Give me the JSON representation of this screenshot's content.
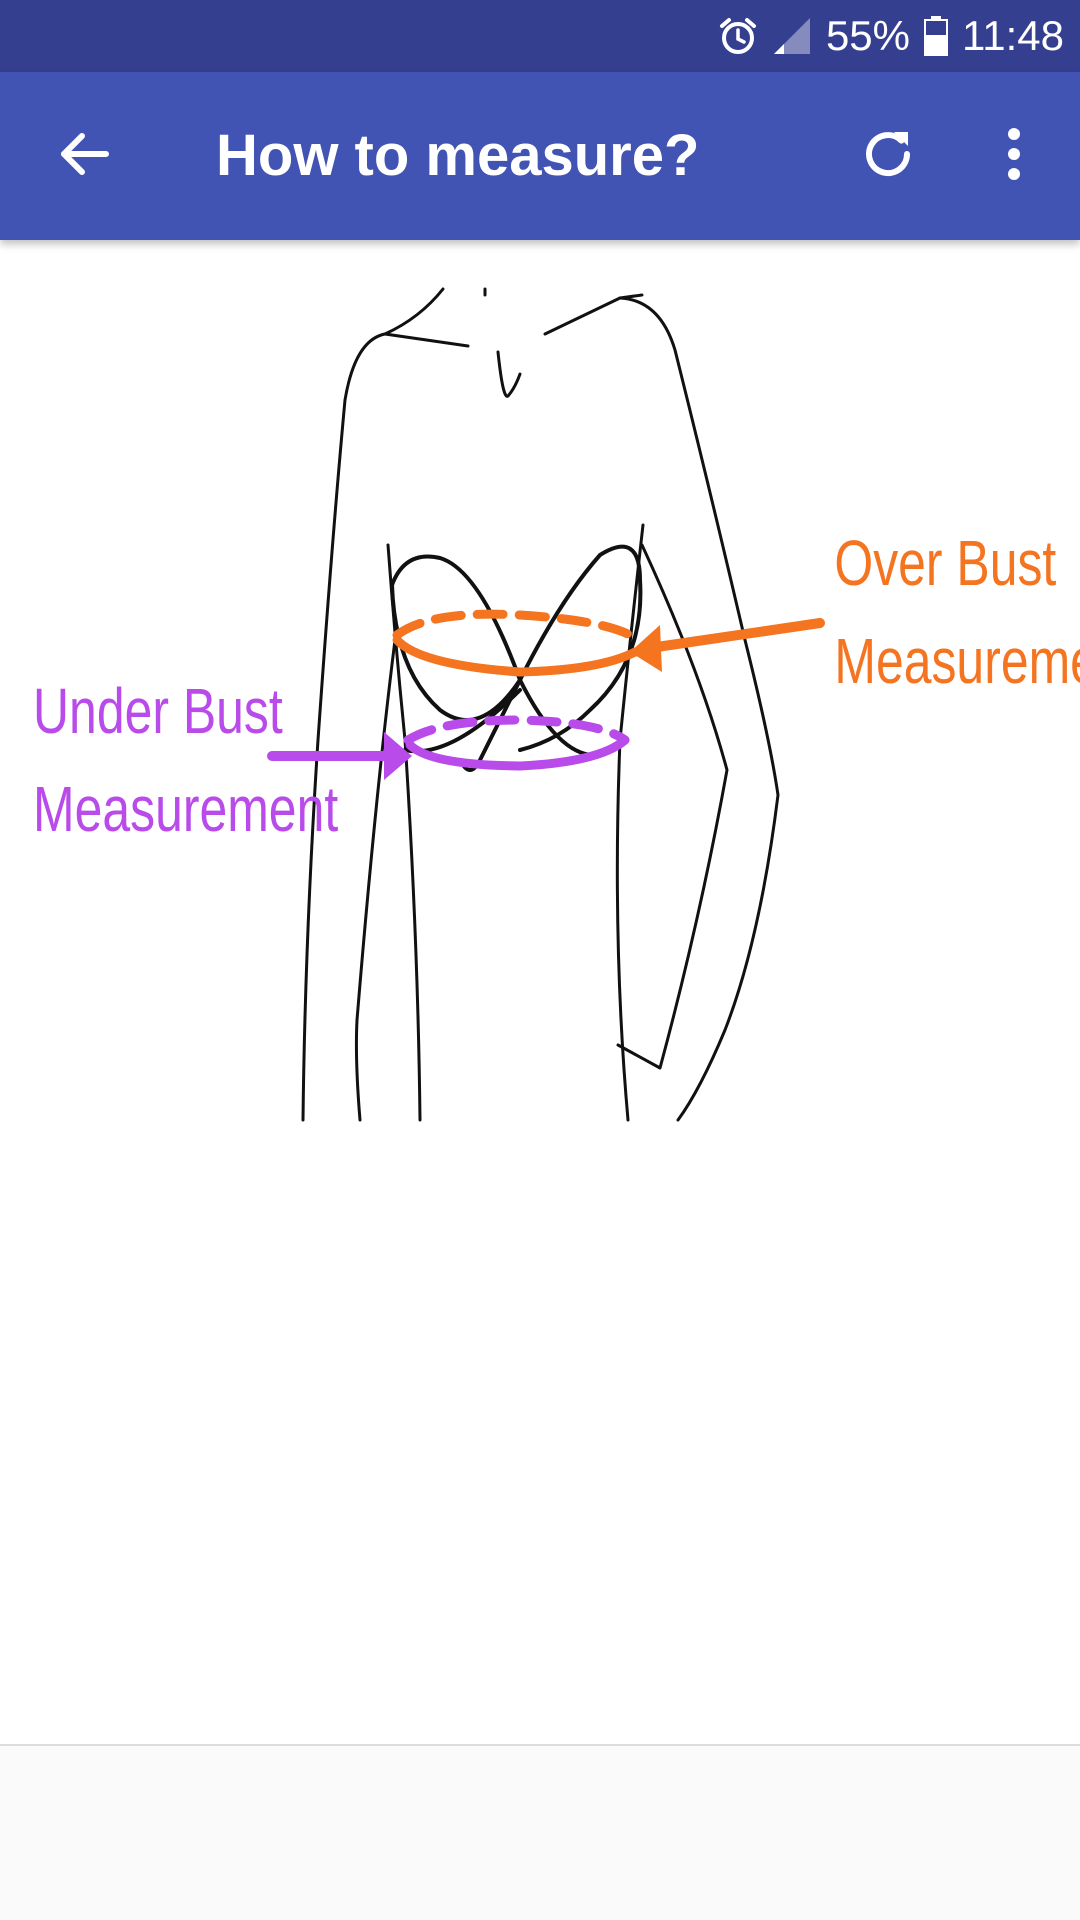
{
  "status_bar": {
    "battery": "55%",
    "time": "11:48",
    "icons": [
      "alarm-icon",
      "signal-icon",
      "battery-icon"
    ]
  },
  "app_bar": {
    "title": "How to measure?",
    "icons": [
      "back-arrow-icon",
      "refresh-icon",
      "more-vert-icon"
    ]
  },
  "illustration": {
    "over_bust": {
      "line1": "Over Bust",
      "line2": "Measurement",
      "color": "#f47420"
    },
    "under_bust": {
      "line1": "Under Bust",
      "line2": "Measurement",
      "color": "#b84bea"
    }
  },
  "colors": {
    "status_bar": "#353f8f",
    "app_bar": "#4153b3"
  }
}
